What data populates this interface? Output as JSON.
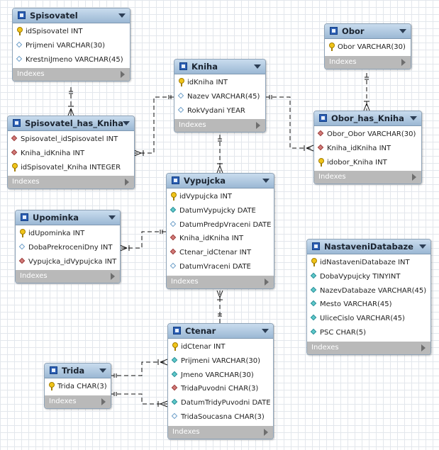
{
  "footer_label": "Indexes",
  "tables": {
    "spisovatel": {
      "name": "Spisovatel",
      "columns": [
        {
          "text": "idSpisovatel INT",
          "icon": "primary-key-icon"
        },
        {
          "text": "Prijmeni VARCHAR(30)",
          "icon": "nullable-column-icon"
        },
        {
          "text": "KrestniJmeno VARCHAR(45)",
          "icon": "nullable-column-icon"
        }
      ]
    },
    "spisovatel_has_kniha": {
      "name": "Spisovatel_has_Kniha",
      "columns": [
        {
          "text": "Spisovatel_idSpisovatel INT",
          "icon": "foreign-key-icon"
        },
        {
          "text": "Kniha_idKniha INT",
          "icon": "foreign-key-icon"
        },
        {
          "text": "idSpisovatel_Kniha INTEGER",
          "icon": "primary-key-icon"
        }
      ]
    },
    "kniha": {
      "name": "Kniha",
      "columns": [
        {
          "text": "idKniha INT",
          "icon": "primary-key-icon"
        },
        {
          "text": "Nazev VARCHAR(45)",
          "icon": "nullable-column-icon"
        },
        {
          "text": "RokVydani YEAR",
          "icon": "nullable-column-icon"
        }
      ]
    },
    "obor": {
      "name": "Obor",
      "columns": [
        {
          "text": "Obor VARCHAR(30)",
          "icon": "primary-key-icon"
        }
      ]
    },
    "obor_has_kniha": {
      "name": "Obor_has_Kniha",
      "columns": [
        {
          "text": "Obor_Obor VARCHAR(30)",
          "icon": "foreign-key-icon"
        },
        {
          "text": "Kniha_idKniha INT",
          "icon": "foreign-key-icon"
        },
        {
          "text": "idobor_Kniha INT",
          "icon": "primary-key-icon"
        }
      ]
    },
    "vypujcka": {
      "name": "Vypujcka",
      "columns": [
        {
          "text": "idVypujcka INT",
          "icon": "primary-key-icon"
        },
        {
          "text": "DatumVypujcky DATE",
          "icon": "not-null-column-icon"
        },
        {
          "text": "DatumPredpVraceni DATE",
          "icon": "nullable-column-icon"
        },
        {
          "text": "Kniha_idKniha INT",
          "icon": "foreign-key-icon"
        },
        {
          "text": "Ctenar_idCtenar INT",
          "icon": "foreign-key-icon"
        },
        {
          "text": "DatumVraceni DATE",
          "icon": "nullable-column-icon"
        }
      ]
    },
    "upominka": {
      "name": "Upominka",
      "columns": [
        {
          "text": "idUpominka INT",
          "icon": "primary-key-icon"
        },
        {
          "text": "DobaPrekroceniDny INT",
          "icon": "nullable-column-icon"
        },
        {
          "text": "Vypujcka_idVypujcka INT",
          "icon": "foreign-key-icon"
        }
      ]
    },
    "nastavenidatabaze": {
      "name": "NastaveniDatabaze",
      "columns": [
        {
          "text": "idNastaveniDatabaze INT",
          "icon": "primary-key-icon"
        },
        {
          "text": "DobaVypujcky TINYINT",
          "icon": "not-null-column-icon"
        },
        {
          "text": "NazevDatabaze VARCHAR(45)",
          "icon": "not-null-column-icon"
        },
        {
          "text": "Mesto VARCHAR(45)",
          "icon": "not-null-column-icon"
        },
        {
          "text": "UliceCislo VARCHAR(45)",
          "icon": "not-null-column-icon"
        },
        {
          "text": "PSC CHAR(5)",
          "icon": "not-null-column-icon"
        }
      ]
    },
    "ctenar": {
      "name": "Ctenar",
      "columns": [
        {
          "text": "idCtenar INT",
          "icon": "primary-key-icon"
        },
        {
          "text": "Prijmeni VARCHAR(30)",
          "icon": "not-null-column-icon"
        },
        {
          "text": "Jmeno VARCHAR(30)",
          "icon": "not-null-column-icon"
        },
        {
          "text": "TridaPuvodni CHAR(3)",
          "icon": "foreign-key-icon"
        },
        {
          "text": "DatumTridyPuvodni DATE",
          "icon": "not-null-column-icon"
        },
        {
          "text": "TridaSoucasna CHAR(3)",
          "icon": "nullable-column-icon"
        }
      ]
    },
    "trida": {
      "name": "Trida",
      "columns": [
        {
          "text": "Trida CHAR(3)",
          "icon": "primary-key-icon"
        }
      ]
    }
  }
}
